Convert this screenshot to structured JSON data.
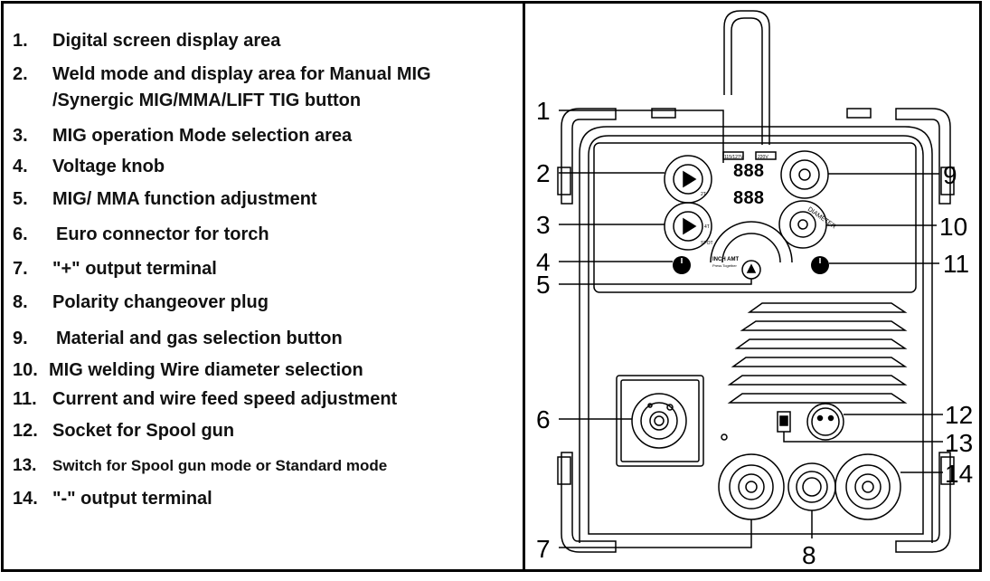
{
  "legend": {
    "items": [
      {
        "num": "1.",
        "text": "Digital screen display area"
      },
      {
        "num": "2.",
        "text": "Weld mode and display area for Manual MIG",
        "text2": "/Synergic MIG/MMA/LIFT TIG button"
      },
      {
        "num": "3.",
        "text": "MIG operation Mode selection area"
      },
      {
        "num": "4.",
        "text": "Voltage knob"
      },
      {
        "num": "5.",
        "text": "MIG/ MMA function adjustment"
      },
      {
        "num": "6.",
        "text": "Euro connector for torch"
      },
      {
        "num": "7.",
        "text": "\"+\" output terminal"
      },
      {
        "num": "8.",
        "text": "Polarity changeover plug"
      },
      {
        "num": "9.",
        "text": "Material and gas selection button"
      },
      {
        "num": "10.",
        "text": "MIG welding Wire diameter selection"
      },
      {
        "num": "11.",
        "text": "Current and wire feed speed adjustment"
      },
      {
        "num": "12.",
        "text": "Socket for Spool gun"
      },
      {
        "num": "13.",
        "text": "Switch for Spool gun mode or Standard mode"
      },
      {
        "num": "14.",
        "text": "\"-\" output terminal"
      }
    ]
  },
  "diagram": {
    "callouts": [
      "1",
      "2",
      "3",
      "4",
      "5",
      "6",
      "7",
      "8",
      "9",
      "10",
      "11",
      "12",
      "13",
      "14"
    ],
    "panel": {
      "display_digits": "888",
      "voltage_label": "115/127V",
      "voltage_label2": "220V",
      "inch_amt": "INCH AMT",
      "press_together": "Press Together",
      "diameter_label": "DIAMETER",
      "mode_2t": "2T",
      "mode_4t": "4T",
      "mode_spot": "SPOT"
    }
  }
}
